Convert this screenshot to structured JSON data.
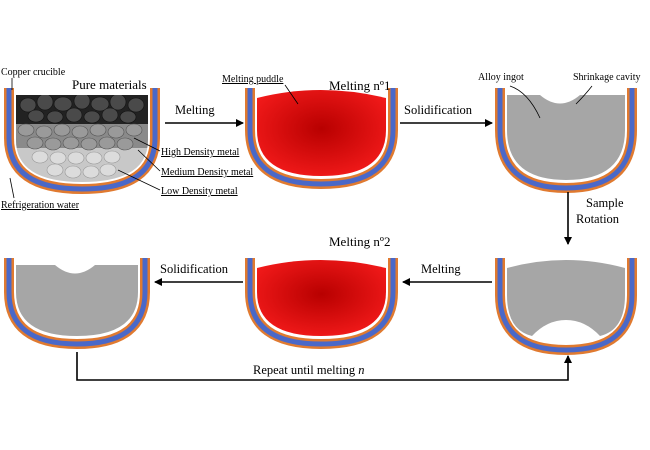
{
  "labels": {
    "copper_crucible": "Copper crucible",
    "pure_materials": "Pure materials",
    "melting_puddle": "Melting puddle",
    "melting_1": "Melting nº1",
    "alloy_ingot": "Alloy ingot",
    "shrinkage_cavity": "Shrinkage cavity",
    "high_density": "High Density metal",
    "medium_density": "Medium Density metal",
    "low_density": "Low Density metal",
    "refrigeration_water": "Refrigeration water",
    "melting_2": "Melting nº2",
    "repeat_prefix": "Repeat until melting ",
    "repeat_n": "n"
  },
  "arrows": {
    "melting_a": "Melting",
    "solidification_a": "Solidification",
    "sample": "Sample",
    "rotation": "Rotation",
    "melting_b": "Melting",
    "solidification_b": "Solidification"
  },
  "colors": {
    "copper": "#e07a30",
    "water": "#4a68c8",
    "melt_center": "#b80000",
    "melt_edge": "#f21a1a",
    "ingot": "#a6a6a6",
    "metal_high": "#222222",
    "metal_medium": "#8a8a8a",
    "metal_low": "#c8c8c8"
  }
}
